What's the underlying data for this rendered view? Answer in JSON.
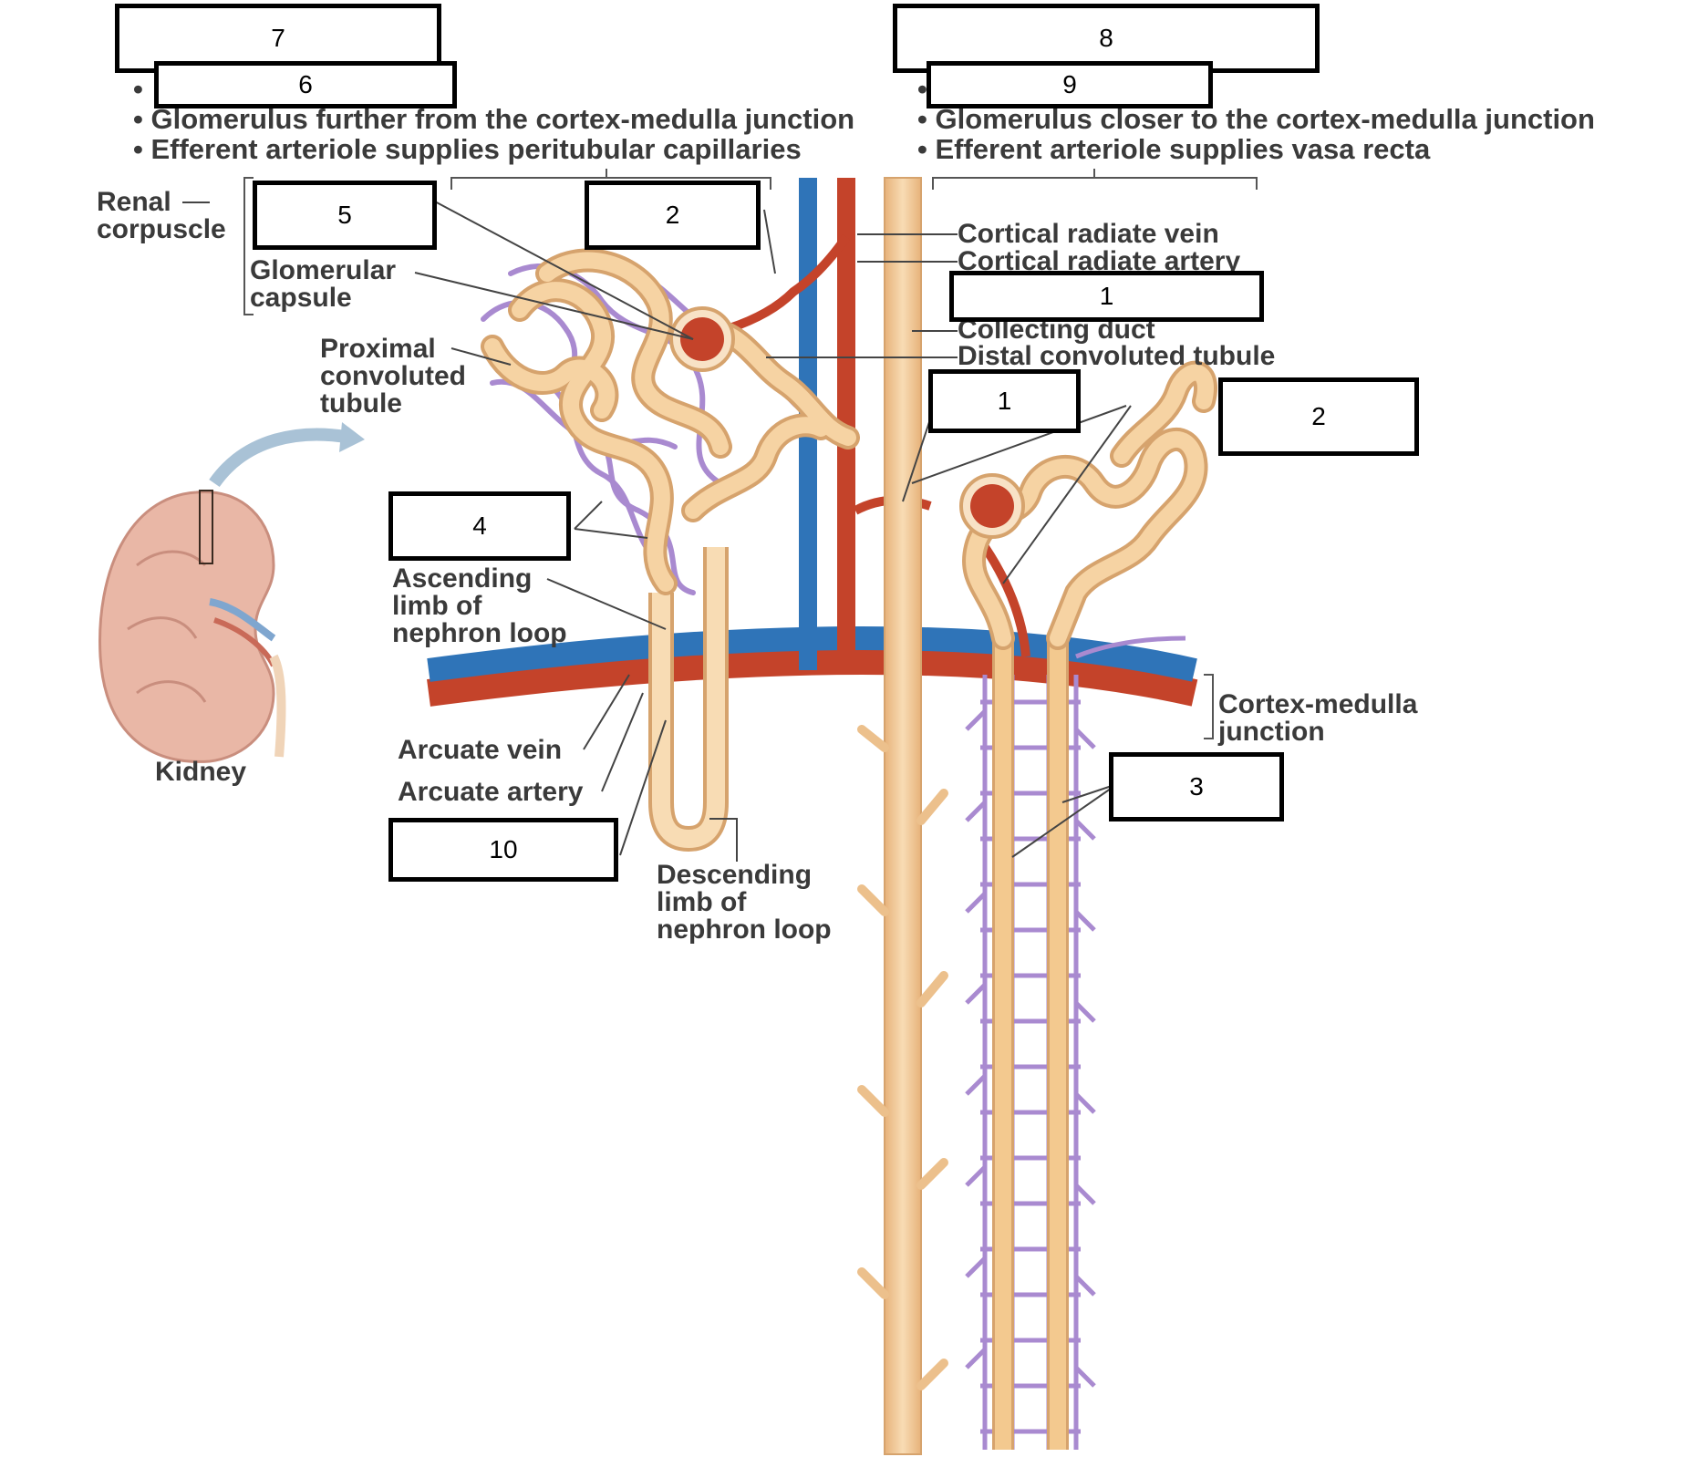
{
  "colors": {
    "vein": "#2f74b8",
    "artery": "#c4432a",
    "tubule": "#f3c98f",
    "tubule_outline": "#c9924f",
    "capillary": "#a98ad0",
    "text": "#3a3a3a",
    "kidney": "#e8b4a4"
  },
  "answer_boxes": {
    "b7": "7",
    "b6": "6",
    "b8": "8",
    "b9": "9",
    "b5": "5",
    "b2_top": "2",
    "b1_top": "1",
    "b1_mid": "1",
    "b2_right": "2",
    "b4": "4",
    "b3": "3",
    "b10": "10"
  },
  "bullets": {
    "left_1": "• Glomerulus further from the cortex-medulla junction",
    "left_2": "• Efferent arteriole supplies peritubular capillaries",
    "right_1": "• Glomerulus closer to the cortex-medulla junction",
    "right_2": "• Efferent arteriole supplies vasa recta"
  },
  "labels": {
    "renal": "Renal",
    "corpuscle": "corpuscle",
    "glomerular": "Glomerular",
    "capsule": "capsule",
    "proximal": "Proximal",
    "convoluted": "convoluted",
    "tubule": "tubule",
    "cortical_vein": "Cortical radiate vein",
    "cortical_artery": "Cortical radiate artery",
    "collecting_duct": "Collecting duct",
    "distal_tubule": "Distal convoluted tubule",
    "ascending_1": "Ascending",
    "ascending_2": "limb of",
    "ascending_3": "nephron loop",
    "arcuate_vein": "Arcuate vein",
    "arcuate_artery": "Arcuate artery",
    "descending_1": "Descending",
    "descending_2": "limb of",
    "descending_3": "nephron loop",
    "cortex_1": "Cortex-medulla",
    "cortex_2": "junction",
    "kidney": "Kidney"
  }
}
